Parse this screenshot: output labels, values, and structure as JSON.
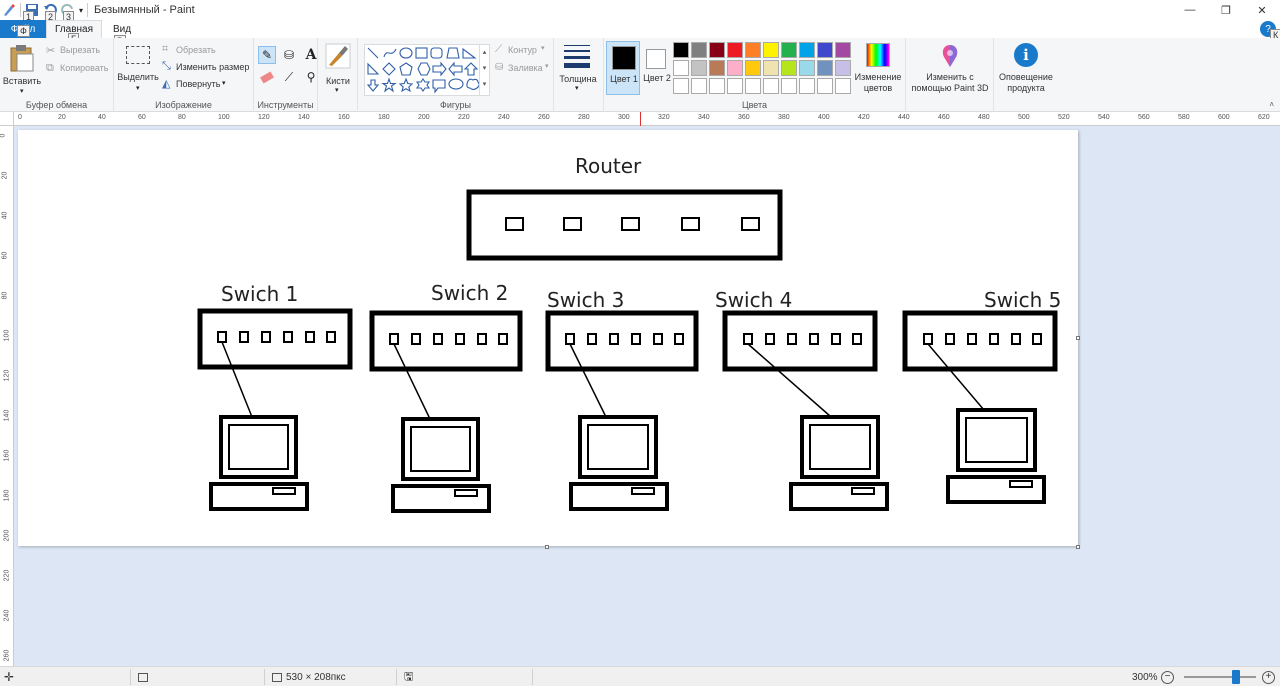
{
  "window": {
    "title": "Безымянный - Paint",
    "keytips": [
      "1",
      "2",
      "3"
    ],
    "tab_keytips": {
      "file": "Ф",
      "home": "Г",
      "view": "В"
    },
    "help_keytip": "К"
  },
  "tabs": [
    {
      "id": "file",
      "label": "Файл"
    },
    {
      "id": "home",
      "label": "Главная"
    },
    {
      "id": "view",
      "label": "Вид"
    }
  ],
  "ribbon": {
    "clipboard": {
      "label": "Буфер обмена",
      "paste": "Вставить",
      "cut": "Вырезать",
      "copy": "Копировать"
    },
    "image": {
      "label": "Изображение",
      "select": "Выделить",
      "crop": "Обрезать",
      "resize": "Изменить размер",
      "rotate": "Повернуть"
    },
    "tools": {
      "label": "Инструменты",
      "brushes": "Кисти"
    },
    "shapes": {
      "label": "Фигуры",
      "outline": "Контур",
      "fill": "Заливка"
    },
    "size": {
      "label": "Толщина"
    },
    "colors": {
      "label": "Цвета",
      "color1": "Цвет 1",
      "color2": "Цвет 2",
      "color1_value": "#000000",
      "color2_value": "#ffffff",
      "edit": "Изменение цветов",
      "paint3d": "Изменить с помощью Paint 3D",
      "notify": "Оповещение продукта",
      "palette": [
        "#000000",
        "#7f7f7f",
        "#880015",
        "#ed1c24",
        "#ff7f27",
        "#fff200",
        "#22b14c",
        "#00a2e8",
        "#3f48cc",
        "#a349a4",
        "#ffffff",
        "#c3c3c3",
        "#b97a57",
        "#ffaec9",
        "#ffc90e",
        "#efe4b0",
        "#b5e61d",
        "#99d9ea",
        "#7092be",
        "#c8bfe7",
        "#ffffff",
        "#ffffff",
        "#ffffff",
        "#ffffff",
        "#ffffff",
        "#ffffff",
        "#ffffff",
        "#ffffff",
        "#ffffff",
        "#ffffff"
      ]
    }
  },
  "ruler": {
    "h": [
      "0",
      "20",
      "40",
      "60",
      "80",
      "100",
      "120",
      "140",
      "160",
      "180",
      "200",
      "220",
      "240",
      "260",
      "280",
      "300",
      "320",
      "340",
      "360",
      "380",
      "400",
      "420",
      "440",
      "460",
      "480",
      "500",
      "520",
      "540",
      "560",
      "580",
      "600",
      "620"
    ],
    "v": [
      "0",
      "20",
      "40",
      "60",
      "80",
      "100",
      "120",
      "140",
      "160",
      "180",
      "200",
      "220",
      "240",
      "260"
    ]
  },
  "drawing": {
    "router_label": "Router",
    "switches": [
      "Swich 1",
      "Swich 2",
      "Swich 3",
      "Swich 4",
      "Swich 5"
    ]
  },
  "status": {
    "dimensions": "530 × 208пкс",
    "zoom": "300%",
    "zoom_level": 0.75
  }
}
